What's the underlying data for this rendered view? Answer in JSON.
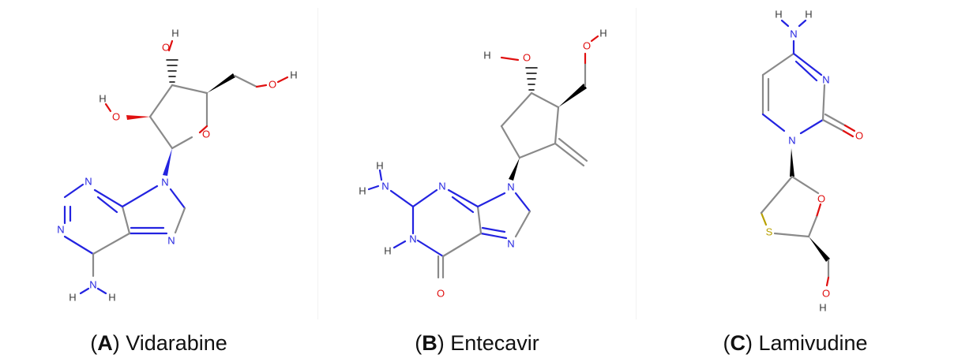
{
  "panels": [
    {
      "letter": "A",
      "name": "Vidarabine",
      "atoms": {
        "N": "N",
        "O": "O",
        "H": "H"
      }
    },
    {
      "letter": "B",
      "name": "Entecavir",
      "atoms": {
        "N": "N",
        "O": "O",
        "H": "H"
      }
    },
    {
      "letter": "C",
      "name": "Lamivudine",
      "atoms": {
        "N": "N",
        "O": "O",
        "H": "H",
        "S": "S"
      }
    }
  ],
  "colors": {
    "nitrogen": "#2323e0",
    "oxygen": "#e01010",
    "sulfur": "#b8a000",
    "carbon_bond": "#8a8a8a",
    "stereo_bond": "#000000"
  }
}
